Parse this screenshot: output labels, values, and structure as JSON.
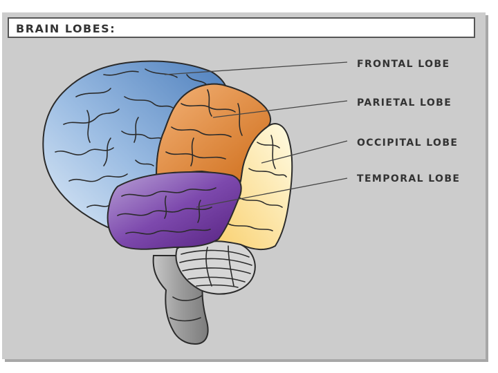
{
  "title": "BRAIN LOBES:",
  "labels": {
    "frontal": "FRONTAL LOBE",
    "parietal": "PARIETAL LOBE",
    "occipital": "OCCIPITAL LOBE",
    "temporal": "TEMPORAL LOBE"
  },
  "colors": {
    "panel": "#cccccc",
    "frontal": "#6f9bd0",
    "parietal": "#e28d3a",
    "occipital": "#fde79a",
    "temporal": "#7a3fa5",
    "cerebellum": "#d8d8d8",
    "brainstem": "#a9a9a9"
  }
}
